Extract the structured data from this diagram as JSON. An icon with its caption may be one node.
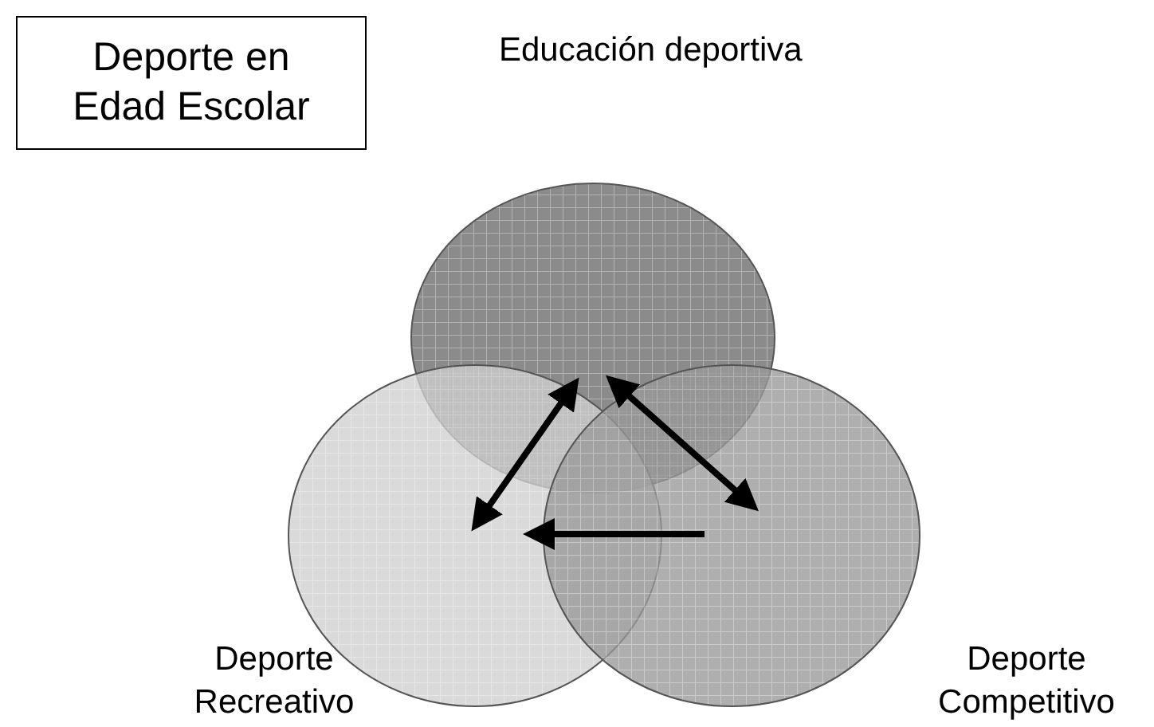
{
  "diagram": {
    "nodes": [
      {
        "text": [
          "Deporte en Edad Escolar"
        ]
      },
      {
        "text": [
          "Educación deportiva"
        ]
      },
      {
        "text": [
          "Deporte Recreativo"
        ]
      },
      {
        "text": [
          "Deporte Competitivo"
        ]
      }
    ],
    "edges": [
      {
        "from": 1,
        "to": 2,
        "arrow": "both"
      },
      {
        "from": 1,
        "to": 3,
        "arrow": "both"
      },
      {
        "from": 3,
        "to": 2,
        "arrow": "to"
      }
    ]
  }
}
